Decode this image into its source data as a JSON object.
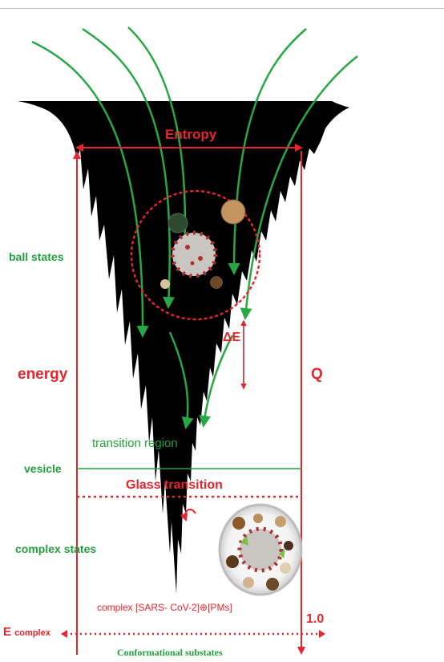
{
  "labels": {
    "entropy": "Entropy",
    "ball_states": "ball states",
    "energy": "energy",
    "q": "Q",
    "delta_e": "ΔE",
    "transition_region": "transition region",
    "vesicle": "vesicle",
    "glass_transition": "Glass transition",
    "complex_states": "complex states",
    "complex_formula": "complex [SARS- CoV-2]⊕[PMs]",
    "e_main": "E",
    "e_sub": "complex",
    "q_value": "1.0",
    "conformational": "Conformational substates"
  },
  "colors": {
    "funnel": "#000000",
    "arrow_green": "#27a844",
    "label_green": "#23a03c",
    "label_red": "#e8242c",
    "virus_red": "#c0392b",
    "halo": "#cfcfcf"
  },
  "icons": [
    "coronavirus-icon",
    "particle-icon"
  ]
}
